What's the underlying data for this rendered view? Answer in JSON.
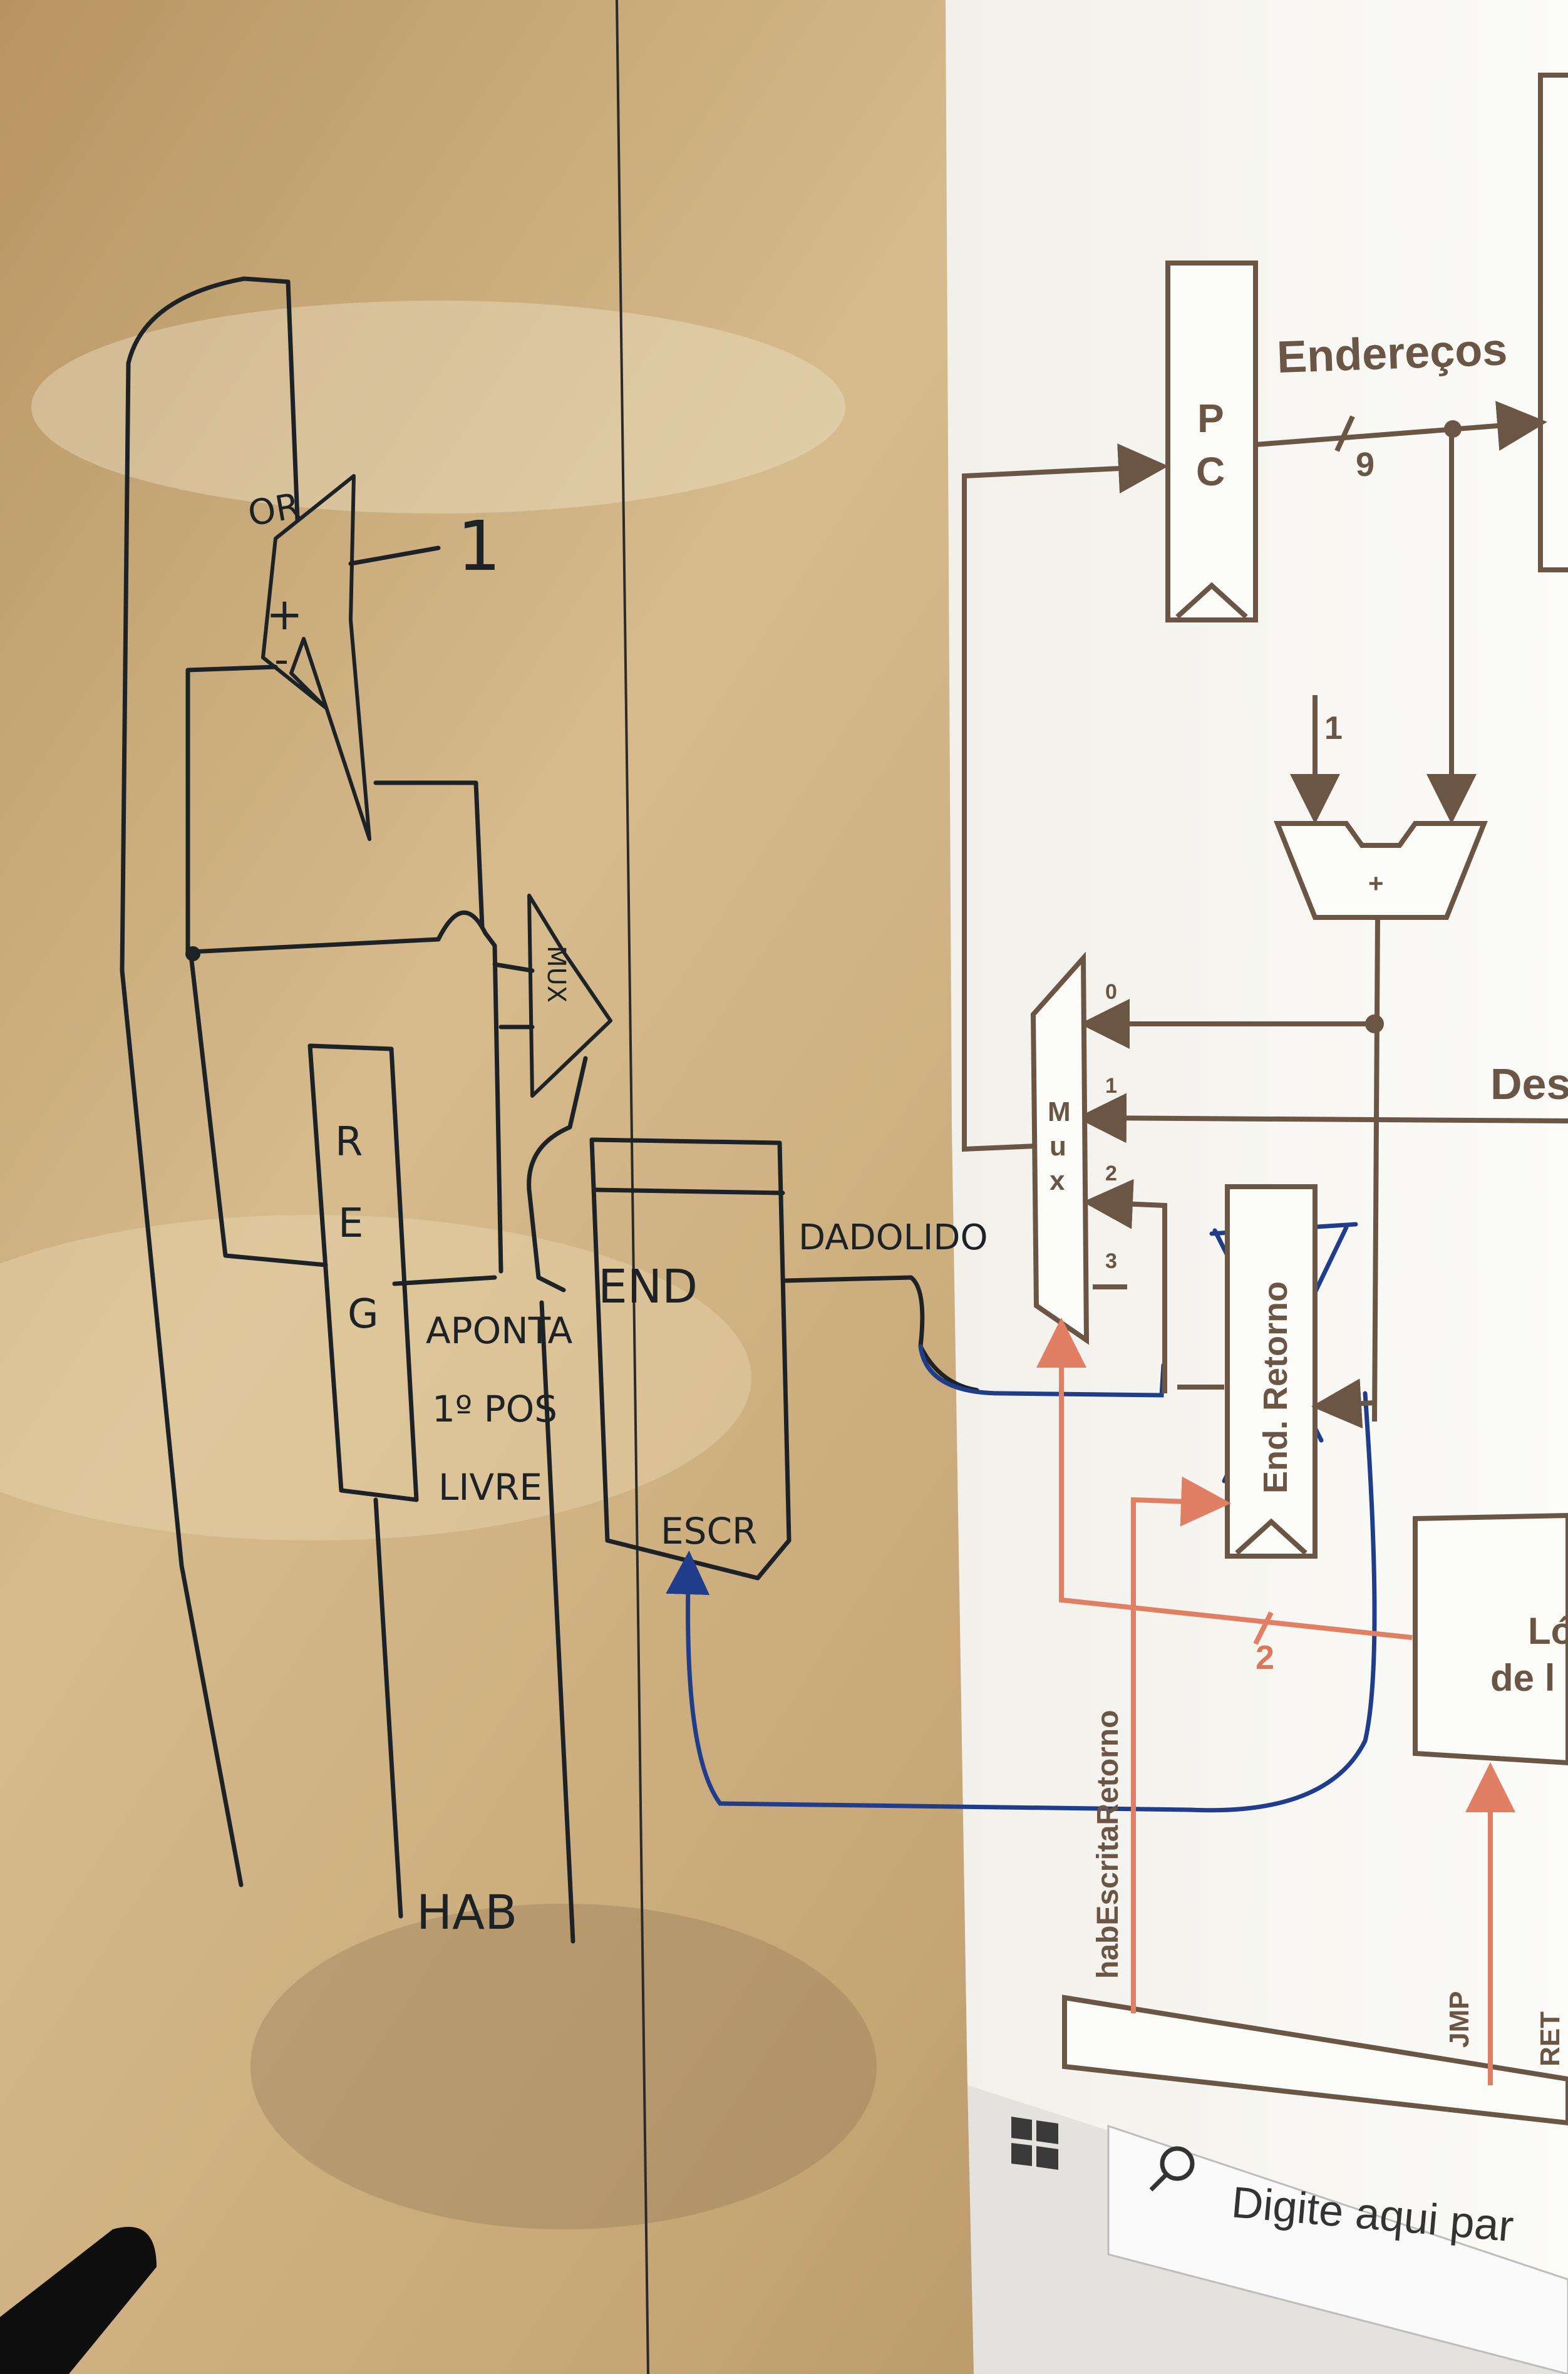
{
  "whiteboard": {
    "adder_label_top": "OR",
    "adder_plus": "+",
    "adder_minus": "-",
    "const_one": "1",
    "mux_label": "MUX",
    "reg_label_r": "R",
    "reg_label_e": "E",
    "reg_label_g": "G",
    "pointer_note_line1": "APONTA",
    "pointer_note_line2": "1º POS",
    "pointer_note_line3": "LIVRE",
    "mem_addr_label": "END",
    "mem_data_label": "DADOLIDO",
    "mem_write_label": "ESCR",
    "enable_label": "HAB"
  },
  "projection": {
    "pc_label_p": "P",
    "pc_label_c": "C",
    "addresses_label": "Endereços",
    "bus_width_9": "9",
    "const_one": "1",
    "adder_plus": "+",
    "mux_m": "M",
    "mux_u": "u",
    "mux_x": "x",
    "mux_in0": "0",
    "mux_in1": "1",
    "mux_in2": "2",
    "mux_in3": "3",
    "des_label": "Des",
    "return_reg_label": "End. Retorno",
    "bus_width_2": "2",
    "hab_escrita_label": "habEscritaRetorno",
    "logic_label_line1": "Ló",
    "logic_label_line2": "de l",
    "jmp_label": "JMP",
    "ret_label": "RET"
  },
  "taskbar": {
    "search_placeholder": "Digite aqui par",
    "start_icon": "windows-logo-icon",
    "search_icon": "magnifier-icon"
  }
}
